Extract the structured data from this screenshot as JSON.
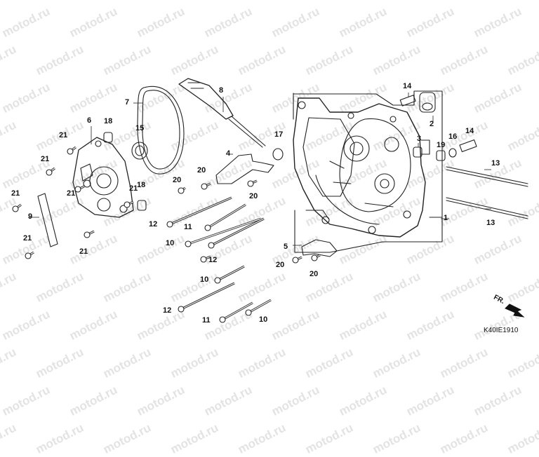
{
  "watermark": {
    "text": "motod.ru"
  },
  "diagram": {
    "code": "K40IE1910",
    "front_label": "FR.",
    "callouts": [
      {
        "id": "c1",
        "text": "1"
      },
      {
        "id": "c2",
        "text": "2"
      },
      {
        "id": "c3",
        "text": "3"
      },
      {
        "id": "c4",
        "text": "4"
      },
      {
        "id": "c5",
        "text": "5"
      },
      {
        "id": "c6",
        "text": "6"
      },
      {
        "id": "c7",
        "text": "7"
      },
      {
        "id": "c8",
        "text": "8"
      },
      {
        "id": "c9",
        "text": "9"
      },
      {
        "id": "c10a",
        "text": "10"
      },
      {
        "id": "c10b",
        "text": "10"
      },
      {
        "id": "c10c",
        "text": "10"
      },
      {
        "id": "c11a",
        "text": "11"
      },
      {
        "id": "c11b",
        "text": "11"
      },
      {
        "id": "c12a",
        "text": "12"
      },
      {
        "id": "c12b",
        "text": "12"
      },
      {
        "id": "c12c",
        "text": "12"
      },
      {
        "id": "c13a",
        "text": "13"
      },
      {
        "id": "c13b",
        "text": "13"
      },
      {
        "id": "c14a",
        "text": "14"
      },
      {
        "id": "c14b",
        "text": "14"
      },
      {
        "id": "c15",
        "text": "15"
      },
      {
        "id": "c16",
        "text": "16"
      },
      {
        "id": "c17",
        "text": "17"
      },
      {
        "id": "c18a",
        "text": "18"
      },
      {
        "id": "c18b",
        "text": "18"
      },
      {
        "id": "c19",
        "text": "19"
      },
      {
        "id": "c20a",
        "text": "20"
      },
      {
        "id": "c20b",
        "text": "20"
      },
      {
        "id": "c20c",
        "text": "20"
      },
      {
        "id": "c20d",
        "text": "20"
      },
      {
        "id": "c20e",
        "text": "20"
      },
      {
        "id": "c21a",
        "text": "21"
      },
      {
        "id": "c21b",
        "text": "21"
      },
      {
        "id": "c21c",
        "text": "21"
      },
      {
        "id": "c21d",
        "text": "21"
      },
      {
        "id": "c21e",
        "text": "21"
      },
      {
        "id": "c21f",
        "text": "21"
      },
      {
        "id": "c21g",
        "text": "21"
      }
    ]
  }
}
